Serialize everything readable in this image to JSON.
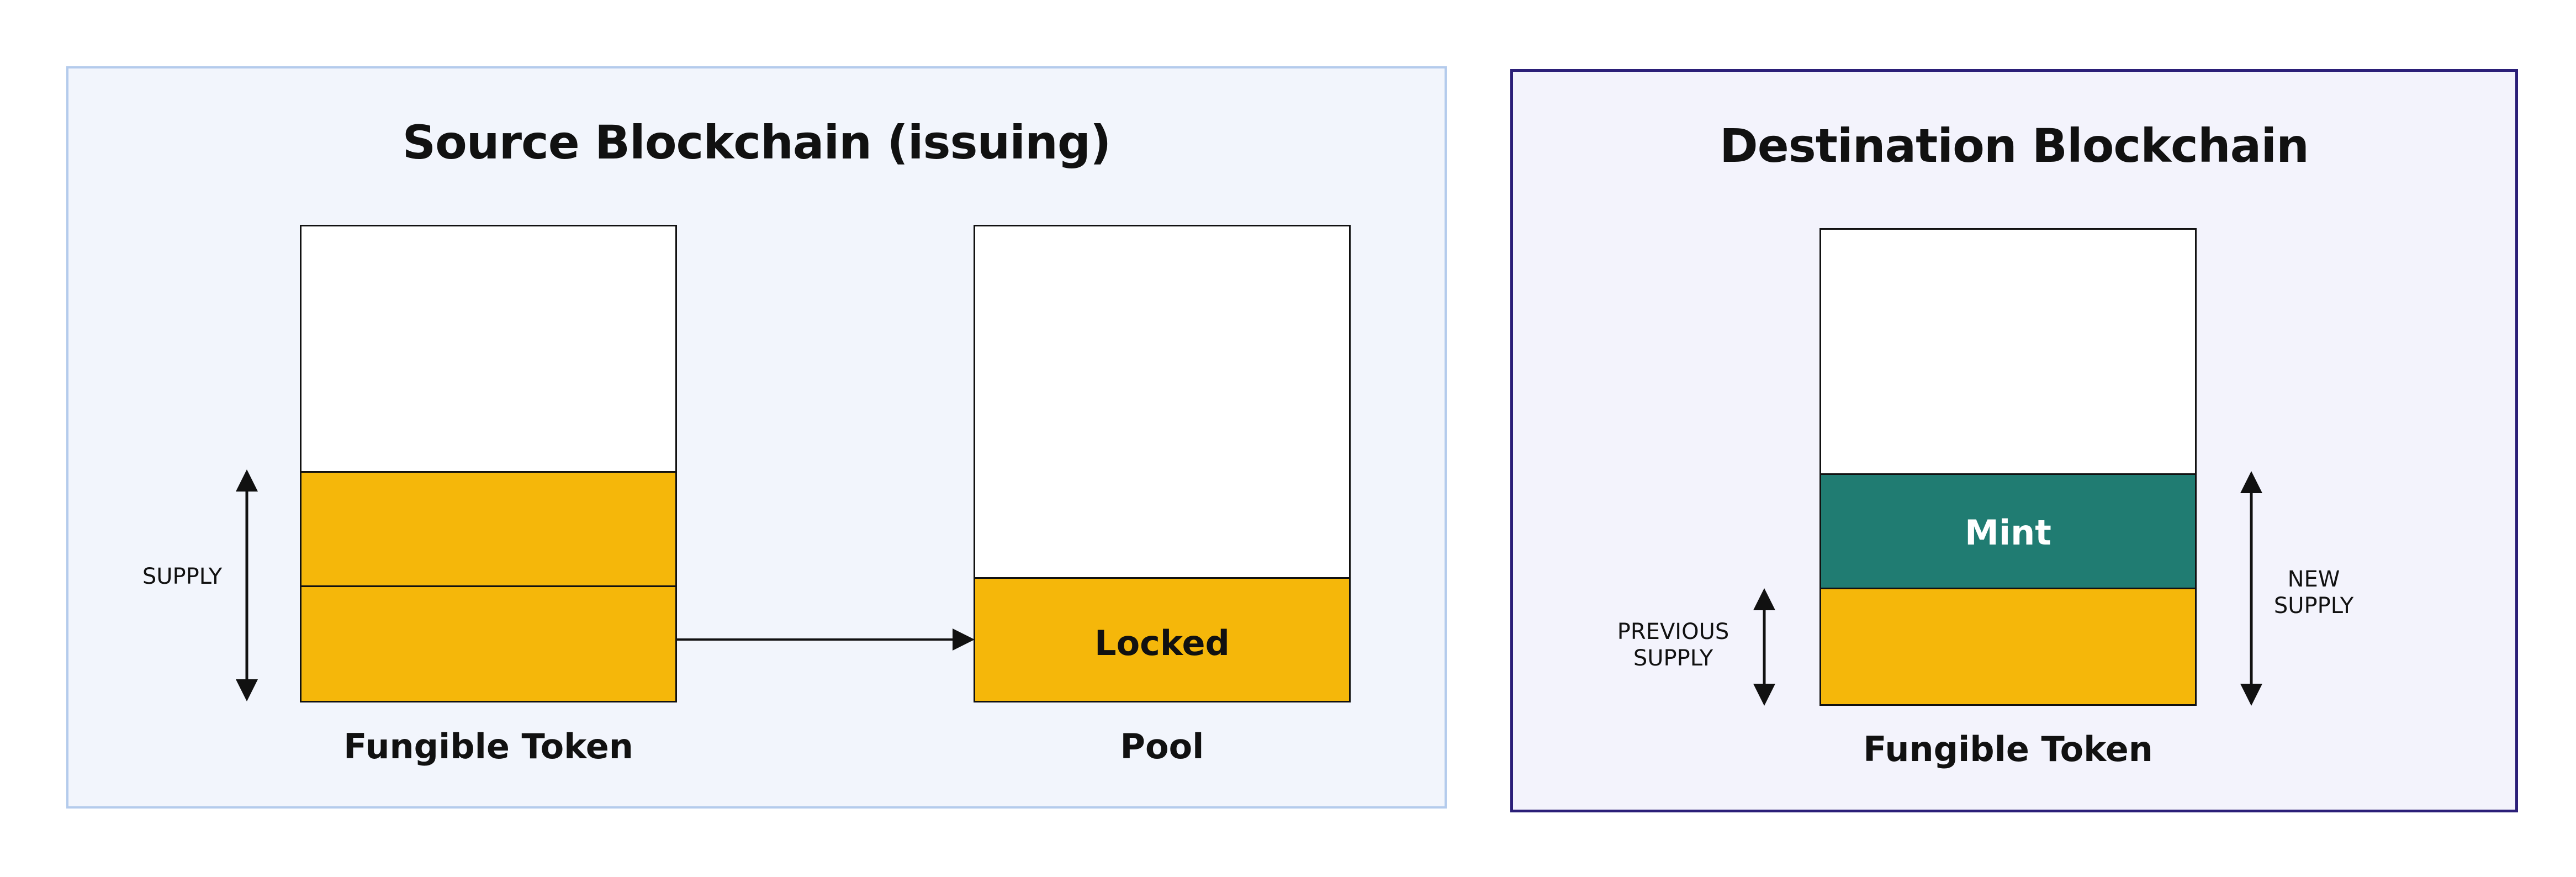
{
  "source": {
    "title": "Source Blockchain (issuing)",
    "token_caption": "Fungible Token",
    "pool_caption": "Pool",
    "supply_label": "SUPPLY",
    "locked_label": "Locked"
  },
  "destination": {
    "title": "Destination Blockchain",
    "token_caption": "Fungible Token",
    "mint_label": "Mint",
    "previous_supply_label": [
      "PREVIOUS",
      "SUPPLY"
    ],
    "new_supply_label": [
      "NEW",
      "SUPPLY"
    ]
  },
  "colors": {
    "token_fill": "#f5b70a",
    "mint_fill": "#207c72",
    "source_panel_bg": "#f2f5fc",
    "source_panel_border": "#b4cbec",
    "dest_panel_bg": "#f3f3fc",
    "dest_panel_border": "#2b1f78"
  }
}
